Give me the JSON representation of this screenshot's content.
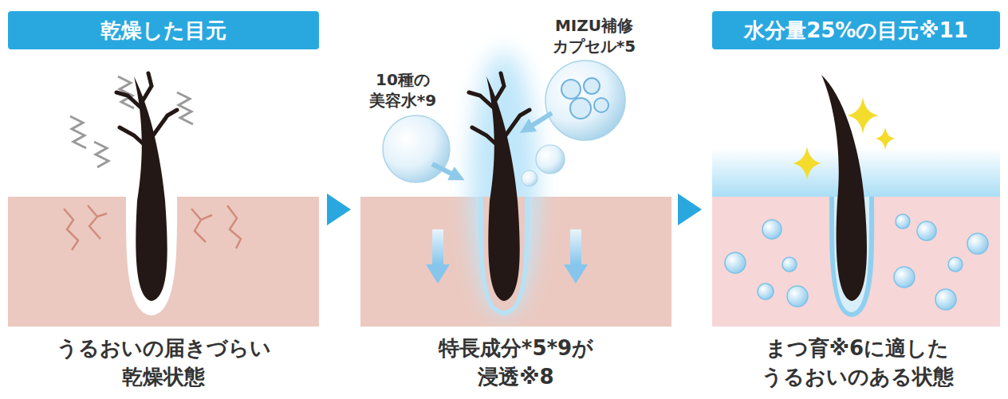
{
  "diagram": {
    "nodes": [
      {
        "text": [
          "乾燥した目元"
        ]
      },
      {
        "text": [
          "水分量25%の目元※11"
        ]
      }
    ],
    "labels": [
      "うるおいの届きづらい 乾燥状態",
      "10種の 美容水*9",
      "MIZU補修 カプセル*5",
      "特長成分*5*9が 浸透※8",
      "まつ育※6に適した うるおいのある状態"
    ]
  }
}
